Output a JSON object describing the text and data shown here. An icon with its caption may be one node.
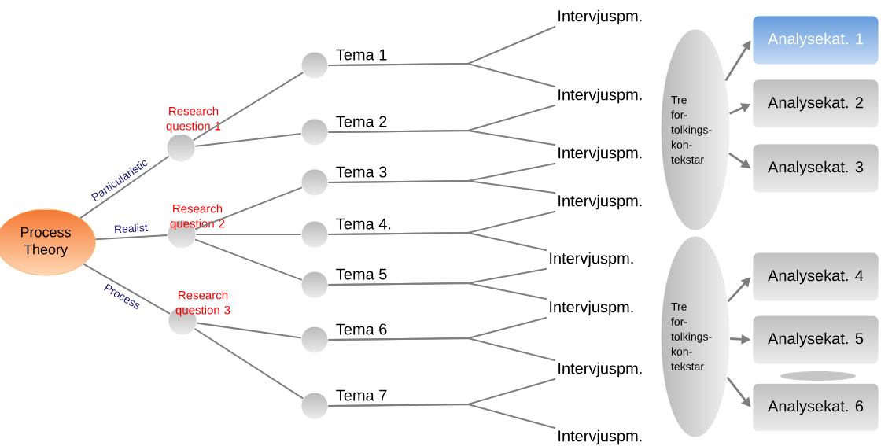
{
  "diagram": {
    "nodes": [
      {
        "text": [
          "Process Theory"
        ]
      },
      {
        "text": [
          "Research question 1"
        ]
      },
      {
        "text": [
          "Research question 2"
        ]
      },
      {
        "text": [
          "Research question 3"
        ]
      },
      {
        "text": [
          "Tema 1"
        ]
      },
      {
        "text": [
          "Tema 2"
        ]
      },
      {
        "text": [
          "Tema 3"
        ]
      },
      {
        "text": [
          "Tema 4."
        ]
      },
      {
        "text": [
          "Tema 5"
        ]
      },
      {
        "text": [
          "Tema 6"
        ]
      },
      {
        "text": [
          "Tema 7"
        ]
      },
      {
        "text": [
          "Intervjuspm."
        ]
      },
      {
        "text": [
          "Intervjuspm."
        ]
      },
      {
        "text": [
          "Intervjuspm."
        ]
      },
      {
        "text": [
          "Intervjuspm."
        ]
      },
      {
        "text": [
          "Intervjuspm."
        ]
      },
      {
        "text": [
          "Intervjuspm."
        ]
      },
      {
        "text": [
          "Intervjuspm."
        ]
      },
      {
        "text": [
          "Intervjuspm."
        ]
      },
      {
        "text": [
          "Tre for- tolkings- kon- tekstar"
        ]
      },
      {
        "text": [
          "Analysekat. 1"
        ]
      },
      {
        "text": [
          "Analysekat. 2"
        ]
      },
      {
        "text": [
          "Analysekat. 3"
        ]
      },
      {
        "text": [
          "Tre for- tolkings- kon- tekstar"
        ]
      },
      {
        "text": [
          "Analysekat. 4"
        ]
      },
      {
        "text": [
          "Analysekat. 5"
        ]
      },
      {
        "text": [
          "Analysekat. 6"
        ]
      }
    ],
    "edges": [
      {
        "from": 0,
        "to": 1,
        "arrow": "none",
        "label": "Particularistic"
      },
      {
        "from": 0,
        "to": 2,
        "arrow": "none",
        "label": "Realist"
      },
      {
        "from": 0,
        "to": 3,
        "arrow": "none",
        "label": "Process"
      },
      {
        "from": 1,
        "to": 4,
        "arrow": "none"
      },
      {
        "from": 1,
        "to": 5,
        "arrow": "none"
      },
      {
        "from": 2,
        "to": 6,
        "arrow": "none"
      },
      {
        "from": 2,
        "to": 7,
        "arrow": "none"
      },
      {
        "from": 2,
        "to": 8,
        "arrow": "none"
      },
      {
        "from": 3,
        "to": 9,
        "arrow": "none"
      },
      {
        "from": 3,
        "to": 10,
        "arrow": "none"
      },
      {
        "from": 4,
        "to": 11,
        "arrow": "none"
      },
      {
        "from": 4,
        "to": 12,
        "arrow": "none"
      },
      {
        "from": 5,
        "to": 12,
        "arrow": "none"
      },
      {
        "from": 5,
        "to": 13,
        "arrow": "none"
      },
      {
        "from": 6,
        "to": 13,
        "arrow": "none"
      },
      {
        "from": 6,
        "to": 14,
        "arrow": "none"
      },
      {
        "from": 7,
        "to": 14,
        "arrow": "none"
      },
      {
        "from": 7,
        "to": 15,
        "arrow": "none"
      },
      {
        "from": 8,
        "to": 15,
        "arrow": "none"
      },
      {
        "from": 8,
        "to": 16,
        "arrow": "none"
      },
      {
        "from": 9,
        "to": 16,
        "arrow": "none"
      },
      {
        "from": 9,
        "to": 17,
        "arrow": "none"
      },
      {
        "from": 10,
        "to": 17,
        "arrow": "none"
      },
      {
        "from": 10,
        "to": 18,
        "arrow": "none"
      },
      {
        "from": 19,
        "to": 20,
        "arrow": "to"
      },
      {
        "from": 19,
        "to": 21,
        "arrow": "to"
      },
      {
        "from": 19,
        "to": 22,
        "arrow": "to"
      },
      {
        "from": 23,
        "to": 24,
        "arrow": "to"
      },
      {
        "from": 23,
        "to": 25,
        "arrow": "to"
      },
      {
        "from": 23,
        "to": 26,
        "arrow": "to"
      }
    ]
  }
}
